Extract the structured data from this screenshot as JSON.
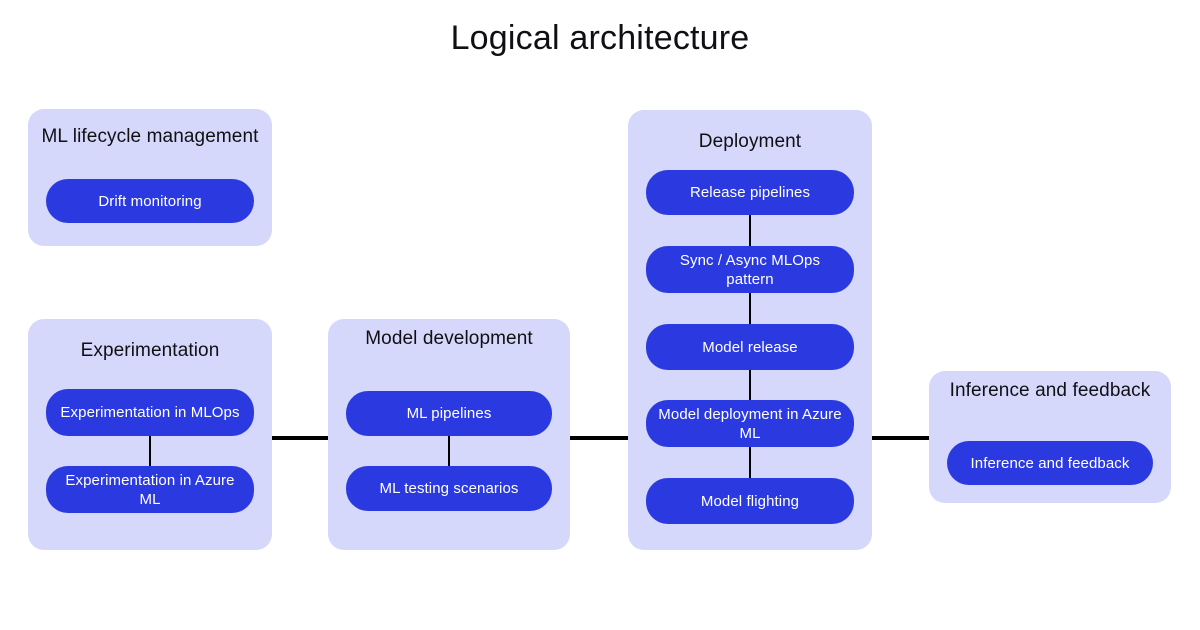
{
  "title": "Logical architecture",
  "colors": {
    "group_background": "#d5d8fb",
    "node_background": "#2b3ae0",
    "node_text": "#ffffff",
    "title_text": "#101014",
    "connector": "#000000",
    "page_background": "#ffffff"
  },
  "groups": {
    "ml_lifecycle": {
      "title": "ML lifecycle management",
      "nodes": [
        {
          "label": "Drift monitoring"
        }
      ]
    },
    "experimentation": {
      "title": "Experimentation",
      "nodes": [
        {
          "label": "Experimentation in MLOps"
        },
        {
          "label": "Experimentation in Azure ML"
        }
      ]
    },
    "model_development": {
      "title": "Model development",
      "nodes": [
        {
          "label": "ML pipelines"
        },
        {
          "label": "ML testing scenarios"
        }
      ]
    },
    "deployment": {
      "title": "Deployment",
      "nodes": [
        {
          "label": "Release pipelines"
        },
        {
          "label": "Sync / Async MLOps pattern"
        },
        {
          "label": "Model release"
        },
        {
          "label": "Model deployment in Azure ML"
        },
        {
          "label": "Model flighting"
        }
      ]
    },
    "inference": {
      "title": "Inference and feedback",
      "nodes": [
        {
          "label": "Inference and feedback"
        }
      ]
    }
  }
}
